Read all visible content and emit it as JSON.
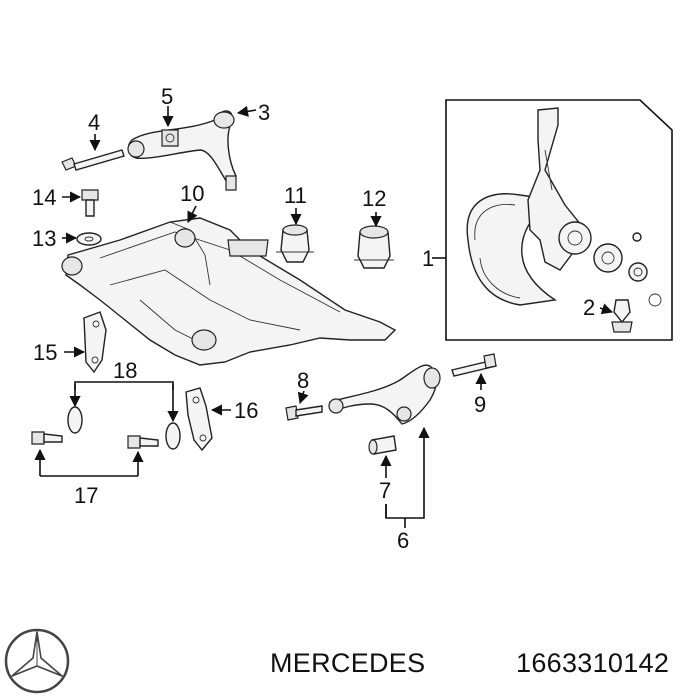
{
  "diagram": {
    "callouts": [
      "1",
      "2",
      "3",
      "4",
      "5",
      "6",
      "7",
      "8",
      "9",
      "10",
      "11",
      "12",
      "13",
      "14",
      "15",
      "16",
      "17",
      "18"
    ]
  },
  "footer": {
    "brand": "MERCEDES",
    "part_number": "1663310142",
    "logo_icon": "mercedes-star-icon"
  }
}
